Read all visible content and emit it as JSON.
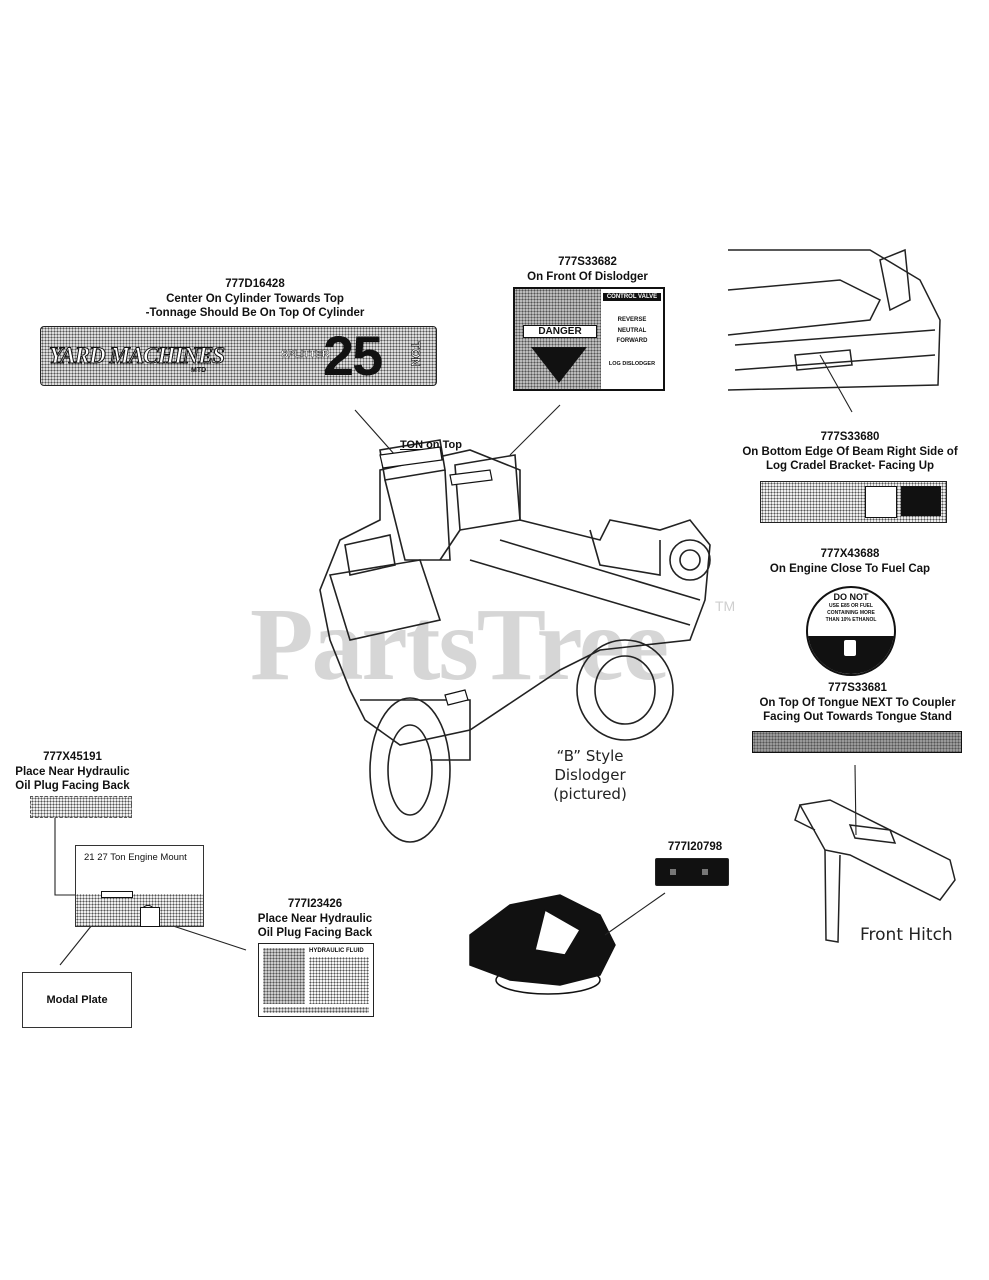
{
  "watermark": {
    "text": "PartsTree",
    "tm": "TM"
  },
  "callouts": {
    "c1": {
      "part": "777D16428",
      "lines": [
        "Center On Cylinder Towards Top",
        "-Tonnage Should Be On Top Of Cylinder"
      ]
    },
    "c2": {
      "part": "777S33682",
      "lines": [
        "On Front Of Dislodger"
      ]
    },
    "c3": {
      "part": "777S33680",
      "lines": [
        "On Bottom Edge Of Beam Right Side of",
        "Log Cradel Bracket- Facing Up"
      ]
    },
    "c4": {
      "part": "777X43688",
      "lines": [
        "On Engine Close To Fuel Cap"
      ]
    },
    "c5": {
      "part": "777S33681",
      "lines": [
        "On Top Of Tongue NEXT To Coupler",
        "Facing Out Towards Tongue Stand"
      ]
    },
    "c6": {
      "part": "777X45191",
      "lines": [
        "Place Near Hydraulic",
        "Oil Plug Facing Back"
      ]
    },
    "c7": {
      "part": "777I23426",
      "lines": [
        "Place Near Hydraulic",
        "Oil Plug Facing Back"
      ]
    },
    "c8": {
      "part": "777I20798"
    }
  },
  "decal_yard": {
    "brand": "YARD MACHINES",
    "sub": "MTD",
    "word": "SPLITTER",
    "tonnage": "25",
    "unit": "TON"
  },
  "decal_dislodger": {
    "heading": "CONTROL VALVE",
    "items": [
      "REVERSE",
      "NEUTRAL",
      "FORWARD",
      "LOG DISLODGER"
    ],
    "danger": "DANGER"
  },
  "decal_fuel": {
    "lines": [
      "DO NOT",
      "USE E85 OR FUEL",
      "CONTAINING MORE",
      "THAN 10% ETHANOL"
    ]
  },
  "decal_hydraulic": {
    "title": "HYDRAULIC FLUID"
  },
  "ton_on_top": {
    "ton": "TON",
    "rest": " on Top"
  },
  "engine_mount": "21 27 Ton Engine Mount",
  "model_plate": "Modal Plate",
  "dislodger_note": [
    "“B” Style Dislodger",
    "(pictured)"
  ],
  "front_hitch": "Front Hitch"
}
